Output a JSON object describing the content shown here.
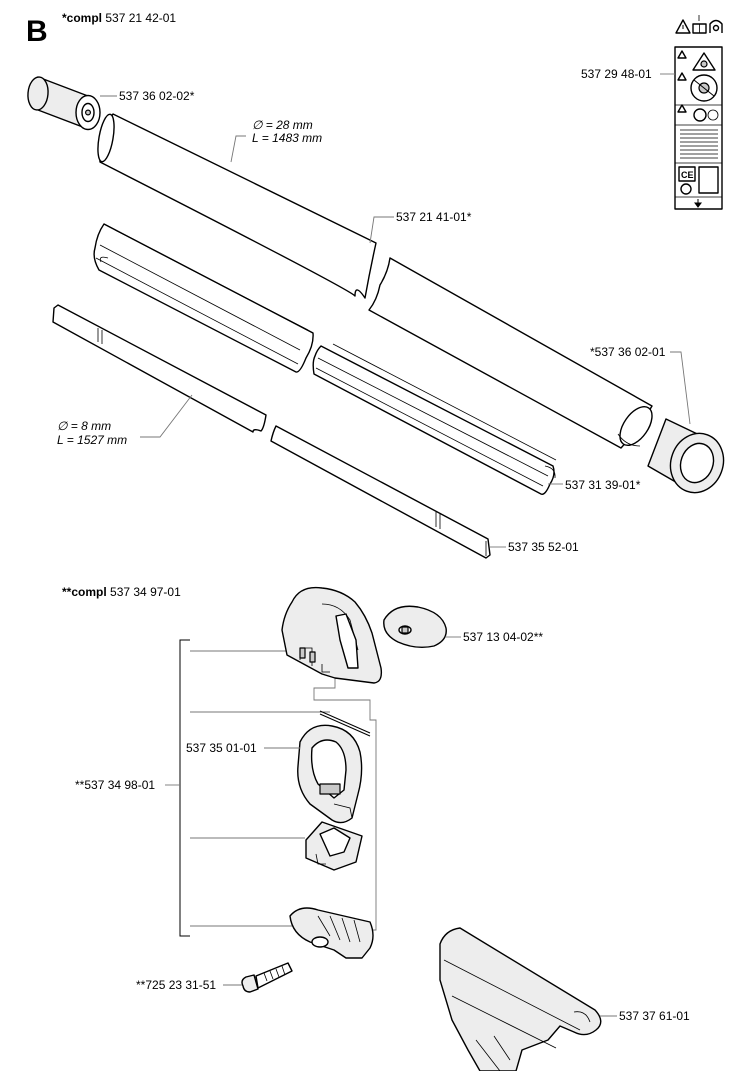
{
  "section": {
    "letter": "B"
  },
  "assemblies": {
    "shaft": {
      "marker": "*compl",
      "number": "537 21 42-01"
    },
    "clamp": {
      "marker": "**compl",
      "number": "537 34 97-01"
    }
  },
  "dimensions": {
    "tube": {
      "diameter": "∅ =       28 mm",
      "length": "L  =  1483 mm"
    },
    "rod": {
      "diameter": "∅ =       8 mm",
      "length": "L  =  1527 mm"
    }
  },
  "parts": {
    "p1": "537 36 02-02*",
    "p2": "537 21 41-01*",
    "p3": "537 29 48-01",
    "p4": "*537 36 02-01",
    "p5": "537 31 39-01*",
    "p6": "537 35 52-01",
    "p7": "537 13 04-02**",
    "p8": "537 35 01-01",
    "p9": "**537 34 98-01",
    "p10": "**725 23 31-51",
    "p11": "537 37 61-01"
  },
  "decal": {
    "bottom_text": "CE"
  },
  "icons": [
    "warning-icon",
    "manual-book-icon",
    "hearing-protection-icon",
    "arrow-down-icon"
  ]
}
